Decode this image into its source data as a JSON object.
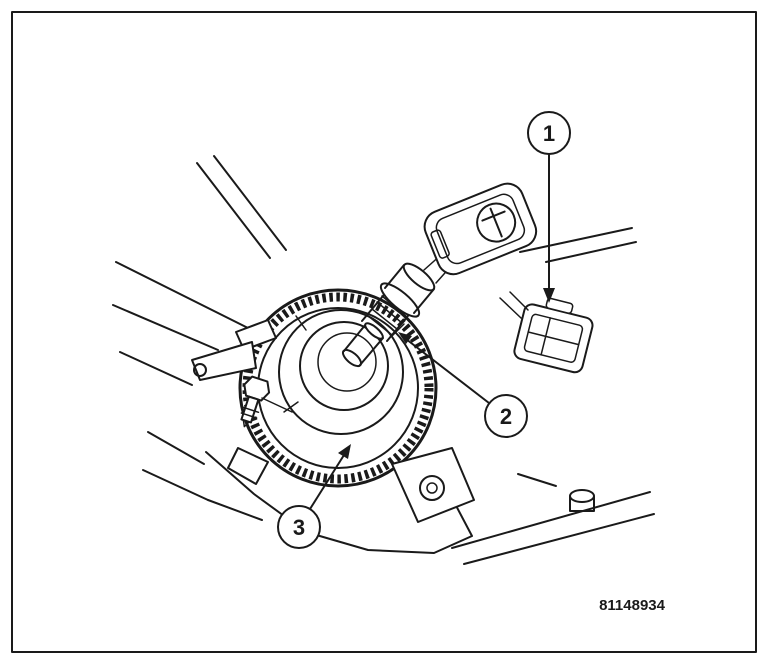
{
  "colors": {
    "background": "#ffffff",
    "line": "#1a1a1a"
  },
  "figure": {
    "figure_number": "81148934",
    "callouts": [
      {
        "label": "1",
        "points_to": "electrical-connector"
      },
      {
        "label": "2",
        "points_to": "fog-lamp-bulb"
      },
      {
        "label": "3",
        "points_to": "retaining-ring"
      }
    ]
  }
}
